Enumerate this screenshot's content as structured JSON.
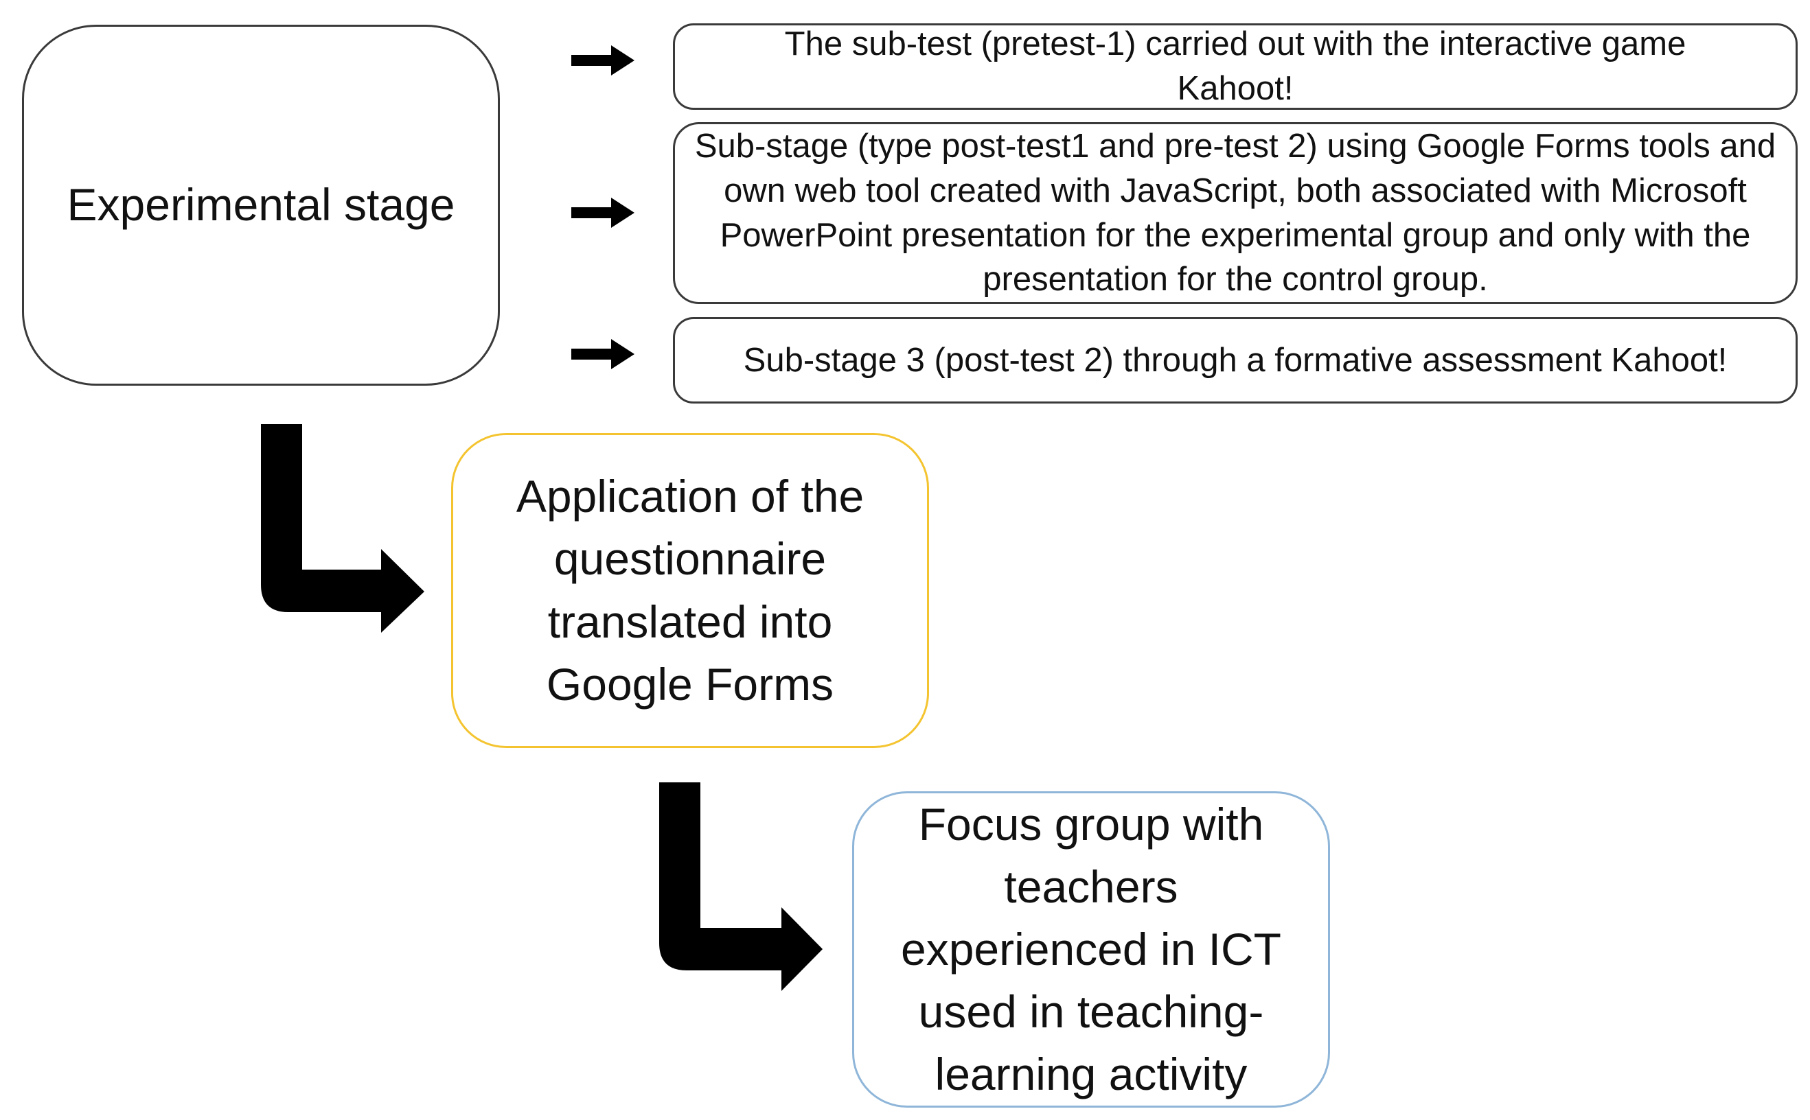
{
  "diagram": {
    "stage": {
      "label": "Experimental stage"
    },
    "sub_stages": [
      {
        "label": "The sub-test (pretest-1) carried out with the interactive game Kahoot!"
      },
      {
        "label": "Sub-stage (type post-test1 and pre-test 2) using Google Forms tools and own web tool created with JavaScript, both associated with Microsoft PowerPoint presentation for the experimental group and only with the presentation for the control group."
      },
      {
        "label": "Sub-stage 3 (post-test 2) through a formative assessment Kahoot!"
      }
    ],
    "questionnaire": {
      "label": "Application of the questionnaire translated into Google Forms"
    },
    "focus_group": {
      "label": "Focus group with teachers experienced in ICT used in teaching-learning activity"
    }
  },
  "colors": {
    "box_border": "#3a3a3a",
    "questionnaire_border": "#f4c430",
    "focus_group_border": "#8fb6d9",
    "arrow": "#000000"
  },
  "icons": {
    "small_arrows": "right-arrow-icon",
    "flow_arrows": "down-right-elbow-arrow-icon"
  }
}
